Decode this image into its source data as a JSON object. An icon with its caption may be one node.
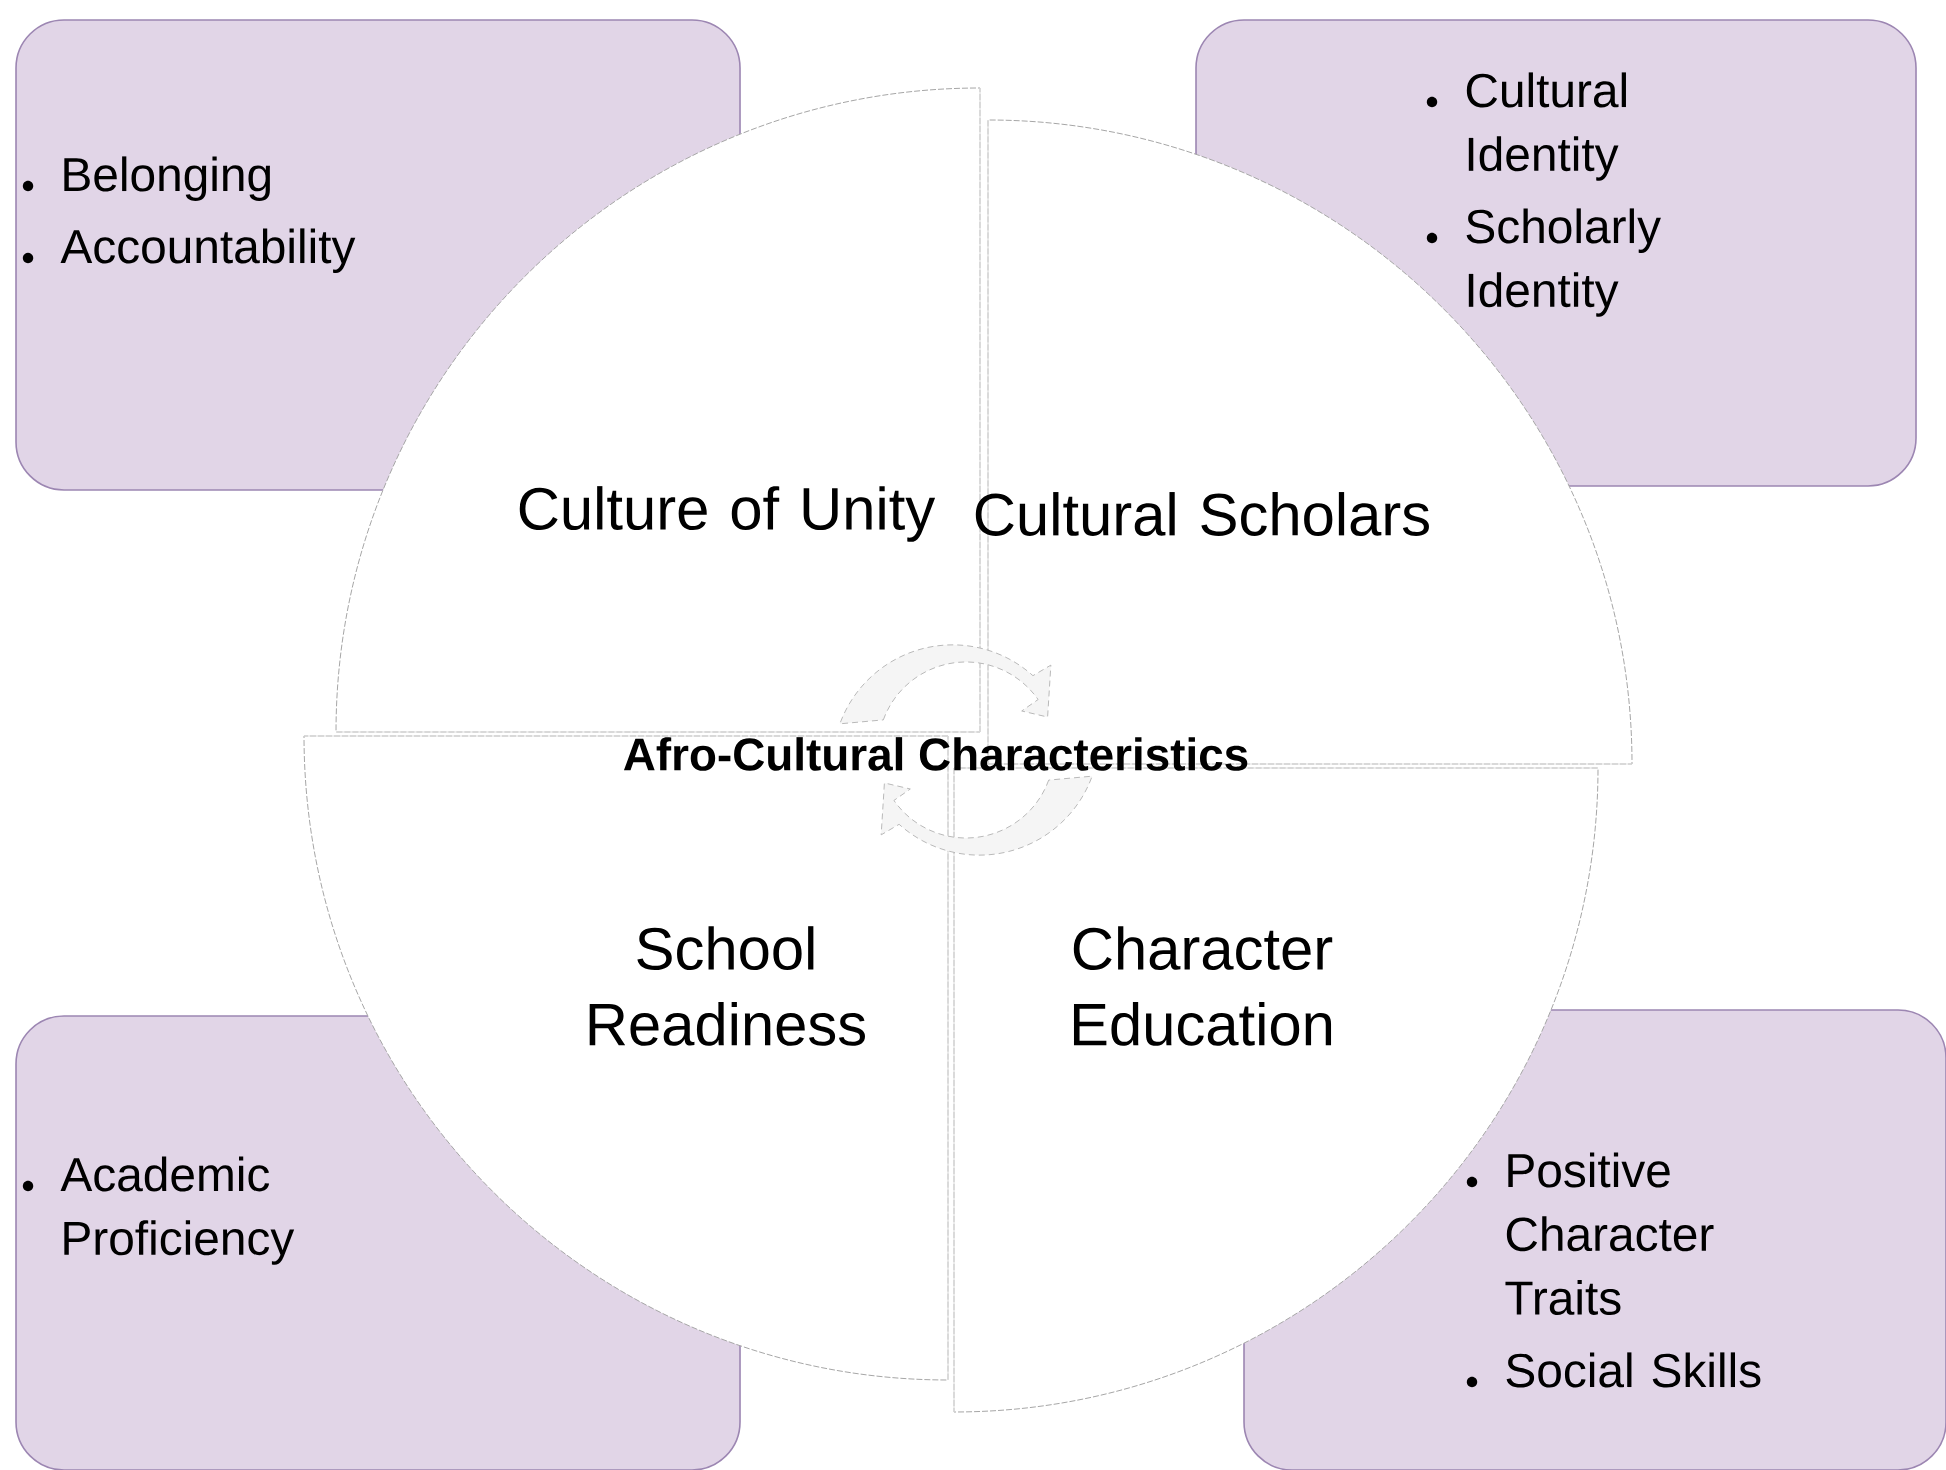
{
  "diagram": {
    "nodes": [
      {
        "text": [
          "Belonging",
          "Accountability"
        ]
      },
      {
        "text": [
          "Cultural Identity",
          "Scholarly Identity"
        ]
      },
      {
        "text": [
          "Culture of Unity"
        ]
      },
      {
        "text": [
          "Cultural Scholars"
        ]
      },
      {
        "text": [
          "School Readiness"
        ]
      },
      {
        "text": [
          "Character Education"
        ]
      },
      {
        "text": [
          "Academic Proficiency"
        ]
      },
      {
        "text": [
          "Positive Character Traits",
          "Social Skills"
        ]
      }
    ],
    "edges": [],
    "labels": [
      "Afro-Cultural Characteristics"
    ]
  }
}
